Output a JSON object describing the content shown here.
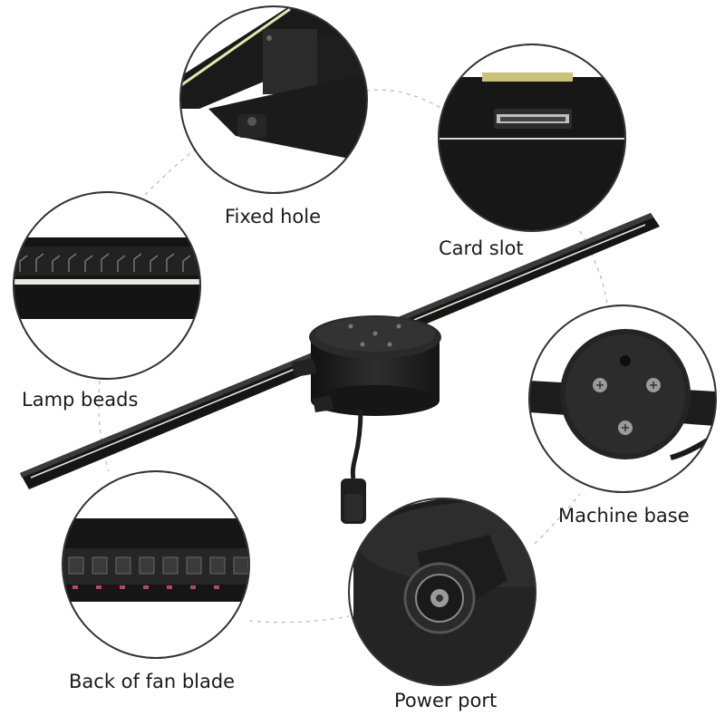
{
  "callouts": {
    "fixed_hole": "Fixed hole",
    "card_slot": "Card slot",
    "lamp_beads": "Lamp beads",
    "machine_base": "Machine base",
    "back_of_fan_blade": "Back of fan blade",
    "power_port": "Power port"
  },
  "colors": {
    "device_body": "#1c1c1c",
    "blade": "#151515",
    "led_strip": "#e8e8d8",
    "circle_border": "#333333",
    "connector_line": "#bdbdbd"
  }
}
